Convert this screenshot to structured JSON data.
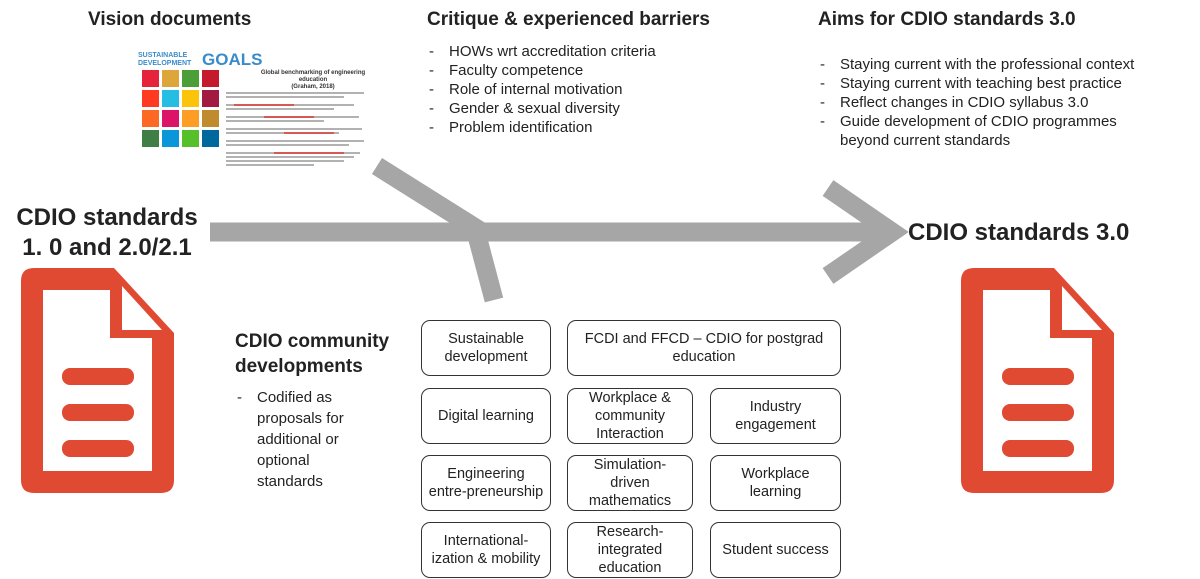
{
  "headings": {
    "vision": "Vision documents",
    "critique": "Critique & experienced barriers",
    "aims": "Aims for CDIO standards 3.0",
    "community": "CDIO community developments"
  },
  "left_label": [
    "CDIO standards",
    "1. 0 and 2.0/2.1"
  ],
  "right_label": "CDIO standards 3.0",
  "critique_items": [
    "HOWs wrt accreditation criteria",
    "Faculty competence",
    "Role of internal motivation",
    "Gender & sexual diversity",
    "Problem identification"
  ],
  "aims_items": [
    "Staying current with the professional context",
    "Staying current with teaching best practice",
    "Reflect changes in CDIO syllabus 3.0",
    "Guide development of CDIO programmes beyond current standards"
  ],
  "community_items": [
    "Codified as proposals for additional or optional standards"
  ],
  "boxes": [
    "Sustainable development",
    "FCDI and FFCD – CDIO for postgrad education",
    "Digital learning",
    "Workplace & community Interaction",
    "Industry engagement",
    "Engineering entre-preneurship",
    "Simulation-driven mathematics",
    "Workplace learning",
    "International-ization & mobility",
    "Research-integrated education",
    "Student success"
  ],
  "thumbnail": {
    "logo_top": "SUSTAINABLE",
    "logo_bottom": "DEVELOPMENT",
    "logo_goals": "GOALS",
    "doc_title": "Global benchmarking of engineering education",
    "doc_author": "(Graham, 2018)"
  },
  "colors": {
    "arrow": "#a6a6a6",
    "doc_icon": "#e04a33",
    "box_border": "#333333"
  }
}
